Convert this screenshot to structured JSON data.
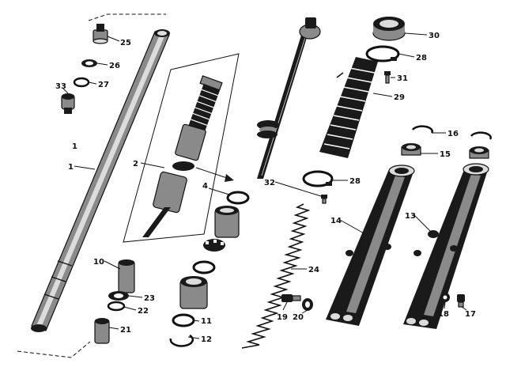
{
  "colors": {
    "ink": "#1a1a1a",
    "paper": "#ffffff",
    "mid": "#8a8a8a",
    "light": "#dcdcdc"
  },
  "callouts": {
    "c1a": "1",
    "c1b": "1",
    "c2": "2",
    "c4": "4",
    "c10": "10",
    "c11": "11",
    "c12": "12",
    "c13": "13",
    "c14": "14",
    "c15": "15",
    "c16": "16",
    "c17": "17",
    "c18": "18",
    "c19": "19",
    "c20": "20",
    "c21": "21",
    "c22": "22",
    "c23": "23",
    "c24": "24",
    "c25": "25",
    "c26": "26",
    "c27": "27",
    "c28a": "28",
    "c28b": "28",
    "c29": "29",
    "c30": "30",
    "c31": "31",
    "c32": "32",
    "c33": "33"
  }
}
